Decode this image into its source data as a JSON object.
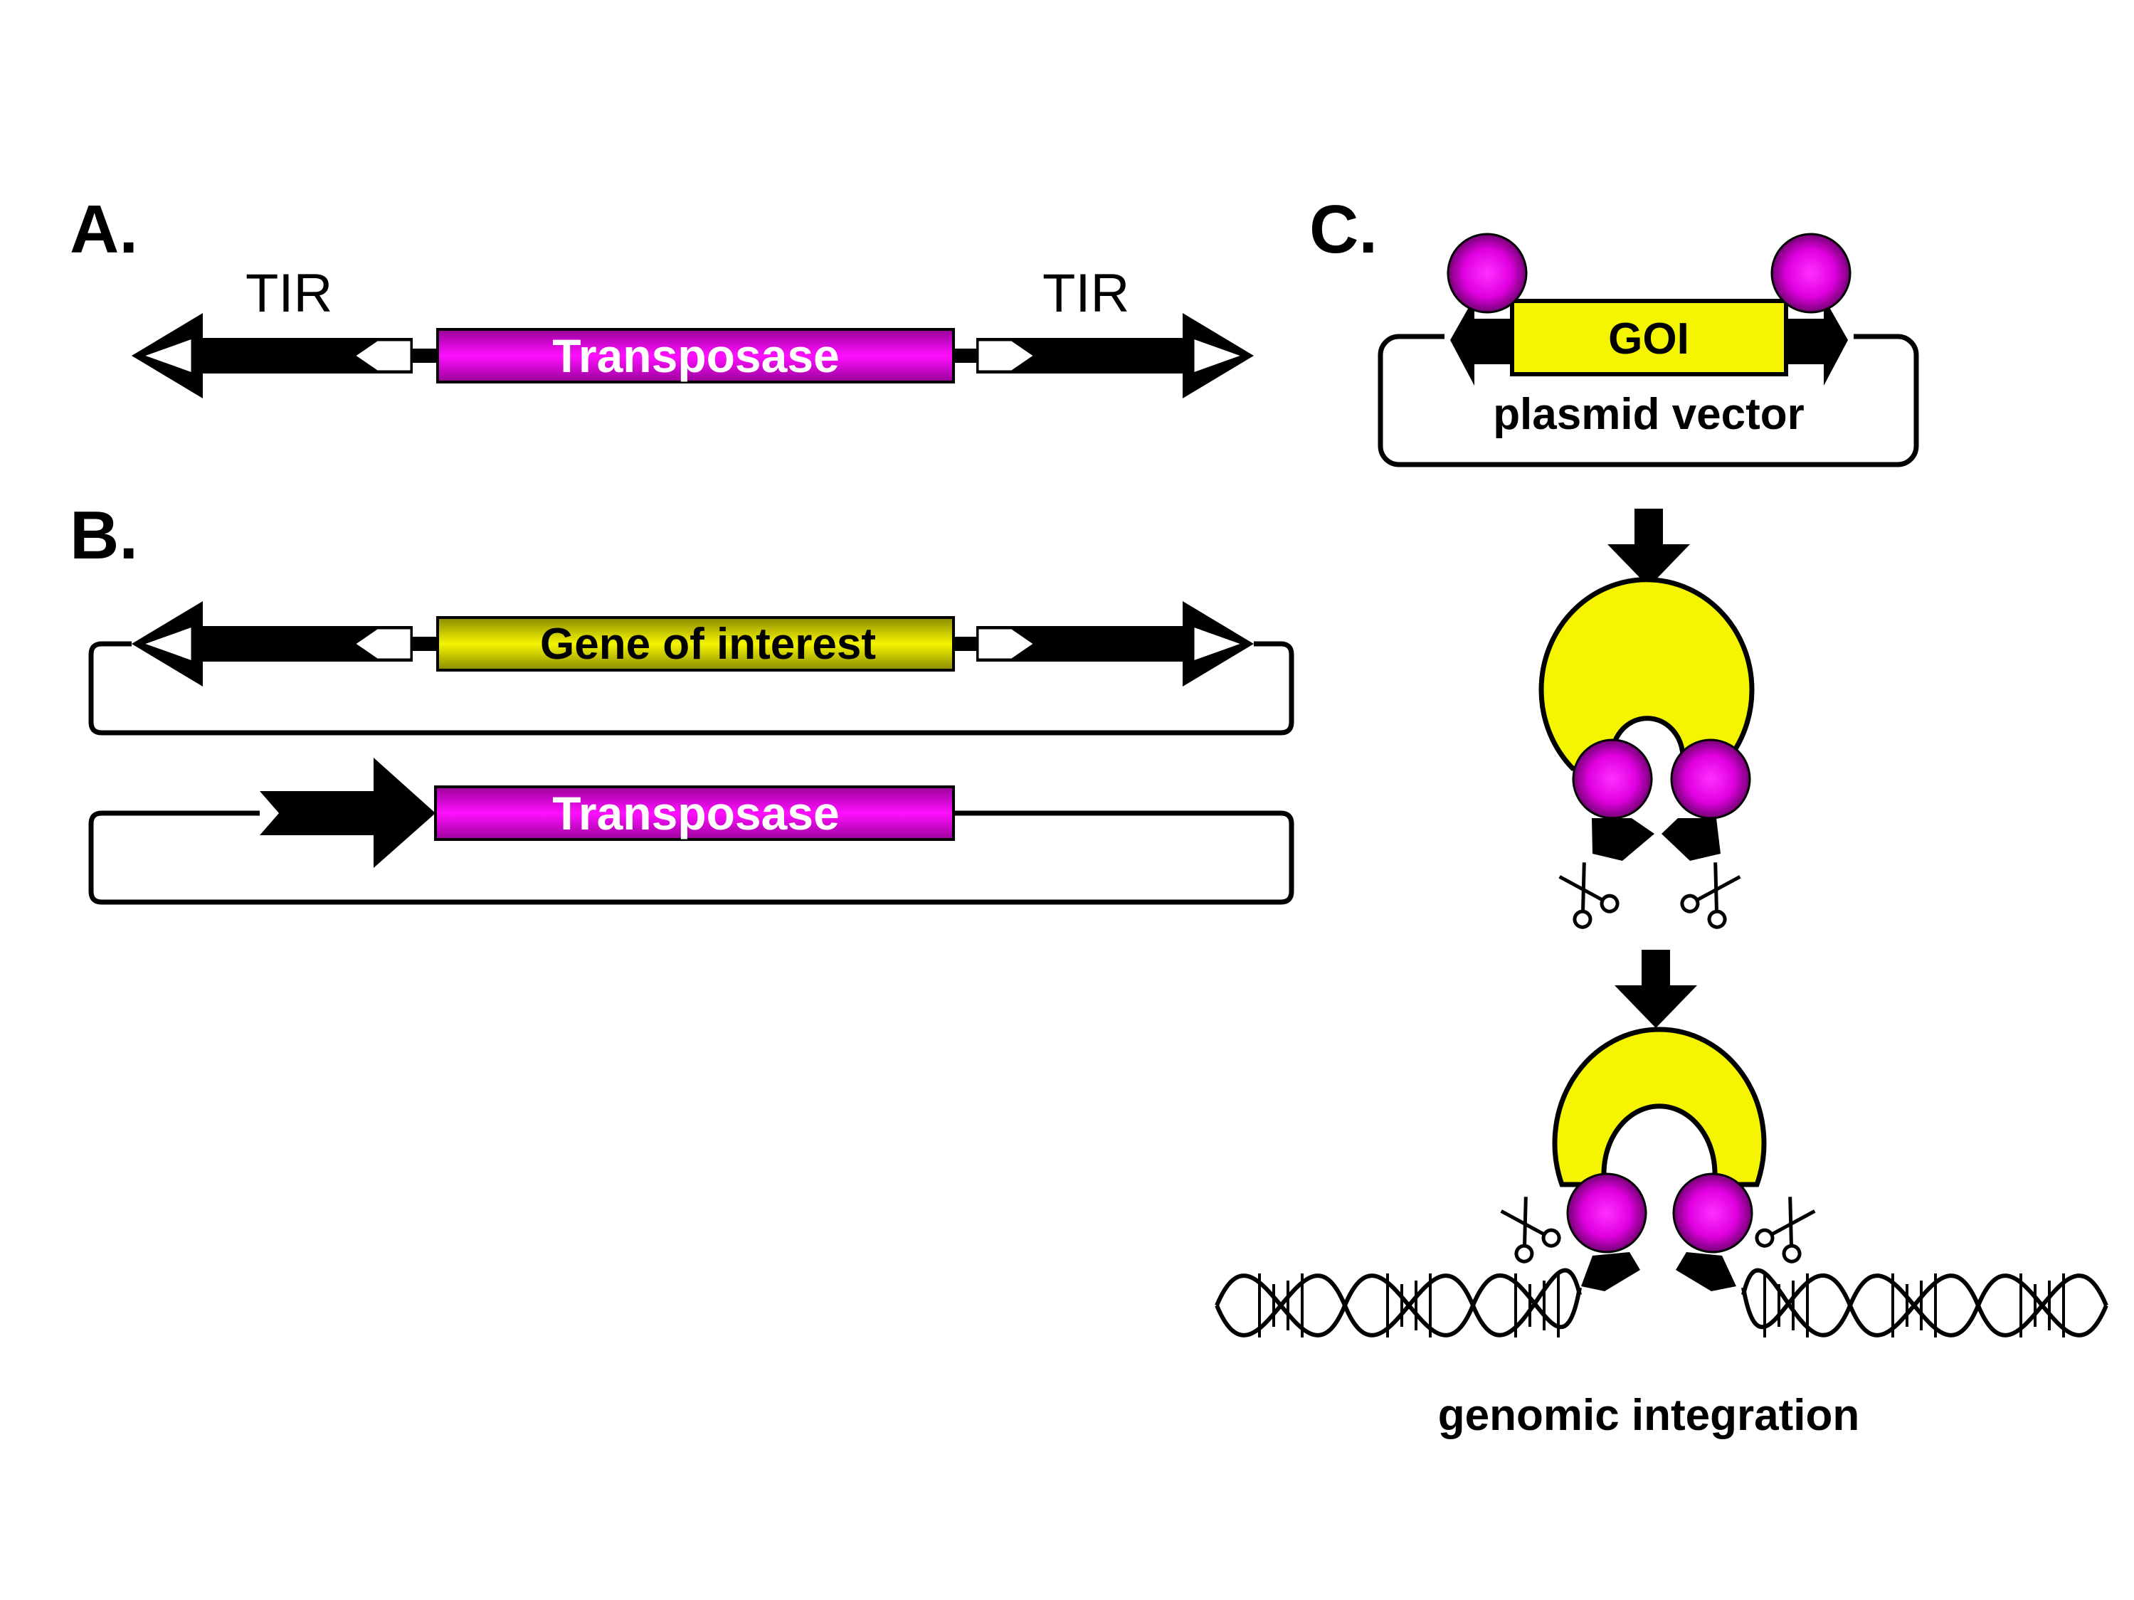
{
  "panels": {
    "a": {
      "label": "A.",
      "tir_left": "TIR",
      "tir_right": "TIR",
      "gene": "Transposase"
    },
    "b": {
      "label": "B.",
      "gene_of_interest": "Gene of interest",
      "transposase": "Transposase"
    },
    "c": {
      "label": "C.",
      "goi": "GOI",
      "plasmid": "plasmid vector",
      "integration": "genomic integration"
    }
  },
  "colors": {
    "magenta": "#e000e0",
    "yellow": "#f5f500",
    "black": "#000000",
    "white": "#ffffff"
  },
  "icons": [
    "scissors-icon",
    "down-arrow-icon",
    "transposase-protein-sphere",
    "dna-helix"
  ]
}
